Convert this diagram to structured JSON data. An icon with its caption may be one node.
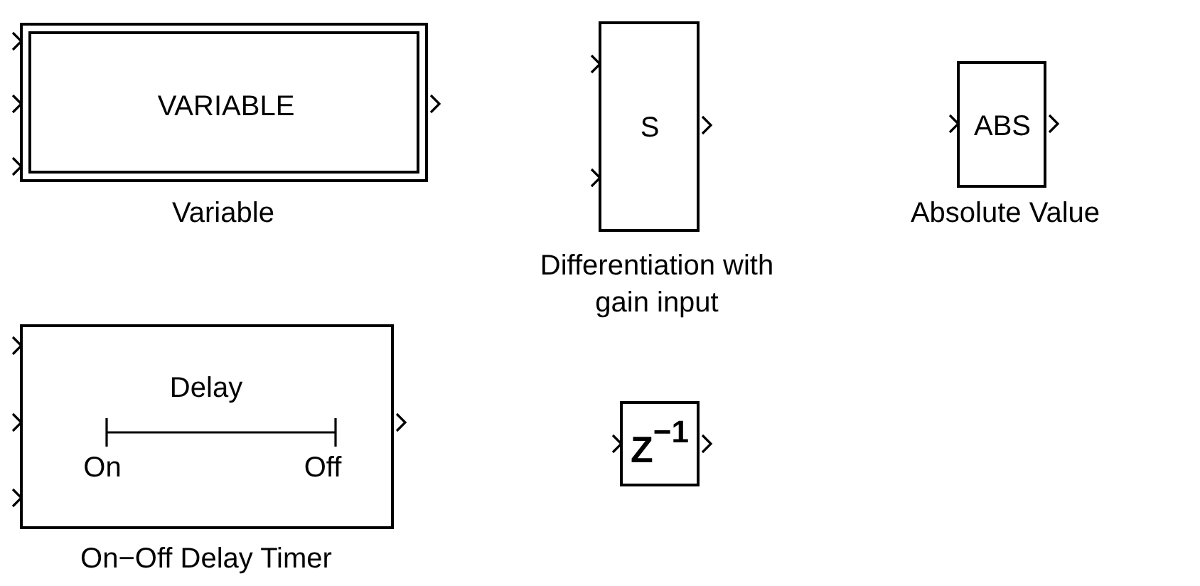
{
  "diagram": {
    "nodes": [
      {
        "text": [
          "VARIABLE"
        ],
        "beside": [
          "Variable"
        ]
      },
      {
        "text": [
          "S"
        ],
        "beside": [
          "Differentiation with gain input"
        ]
      },
      {
        "text": [
          "ABS"
        ],
        "beside": [
          "Absolute Value"
        ]
      },
      {
        "text": [
          "Delay",
          "On",
          "Off"
        ],
        "beside": [
          "On−Off Delay Timer"
        ]
      },
      {
        "text": [
          "Z$^{−1}$"
        ]
      }
    ]
  }
}
